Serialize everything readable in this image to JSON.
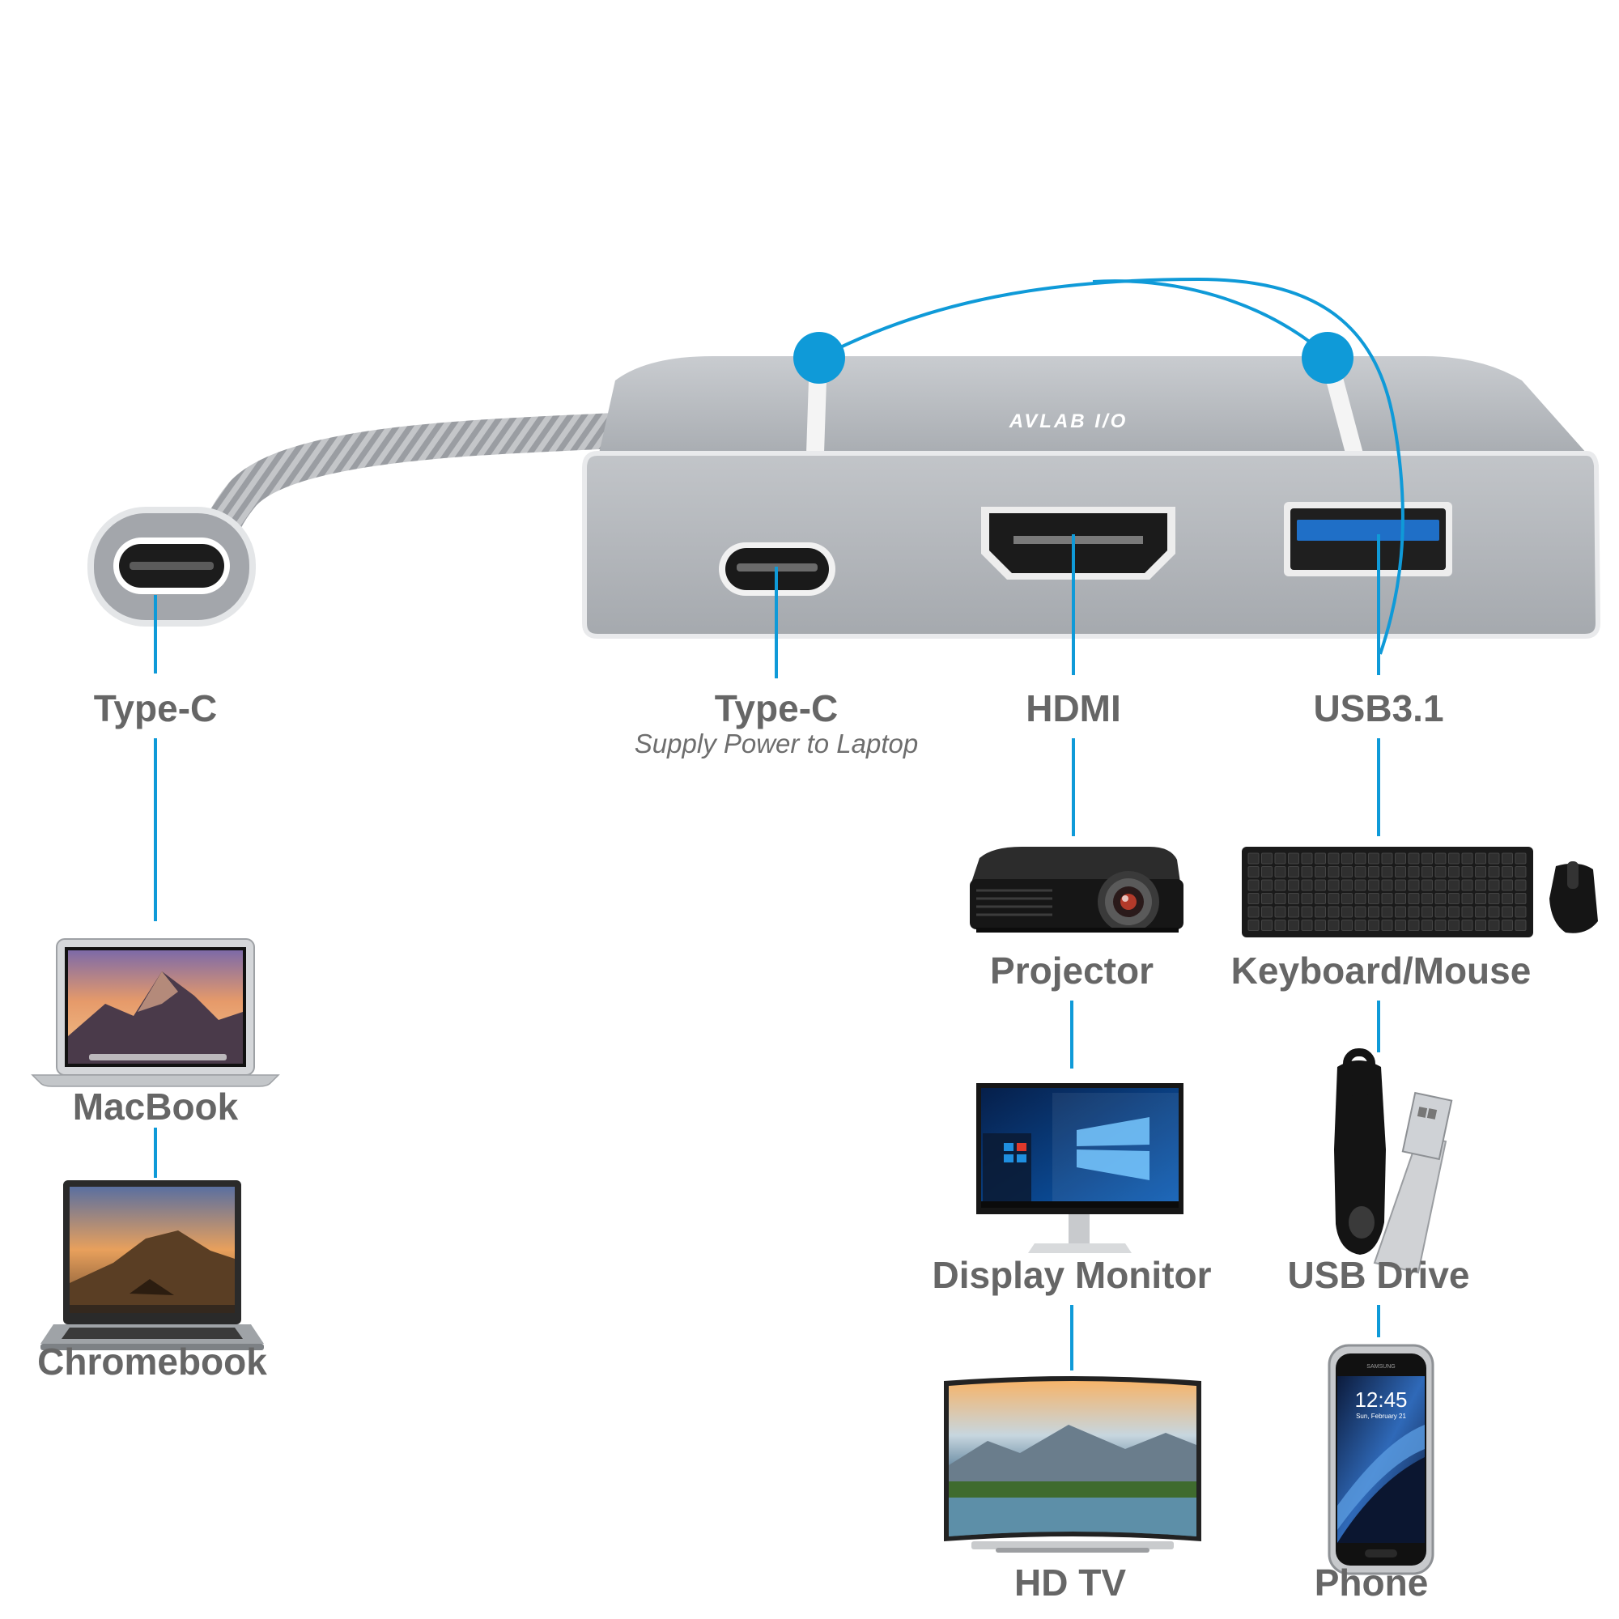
{
  "brand": {
    "logo_text": "AVLAB I/O",
    "accent_color": "#0f9ad8",
    "text_color": "#666666",
    "hub_color": "#b8bcc1"
  },
  "ports": {
    "host_type_c": "Type-C",
    "pd_type_c": "Type-C",
    "pd_note": "Supply Power to Laptop",
    "hdmi": "HDMI",
    "usb": "USB3.1"
  },
  "devices": {
    "host": [
      "MacBook",
      "Chromebook"
    ],
    "hdmi": [
      "Projector",
      "Display Monitor",
      "HD TV"
    ],
    "usb": [
      "Keyboard/Mouse",
      "USB Drive",
      "Phone"
    ]
  },
  "icons": {
    "macbook": "laptop-icon",
    "chromebook": "laptop-icon",
    "projector": "projector-icon",
    "monitor": "monitor-icon",
    "tv": "tv-icon",
    "keyboard": "keyboard-icon",
    "mouse": "mouse-icon",
    "usb_drive": "usb-drive-icon",
    "phone": "smartphone-icon"
  },
  "phone_screen": {
    "time": "12:45",
    "date": "Sun, February 21",
    "brand": "SAMSUNG"
  }
}
